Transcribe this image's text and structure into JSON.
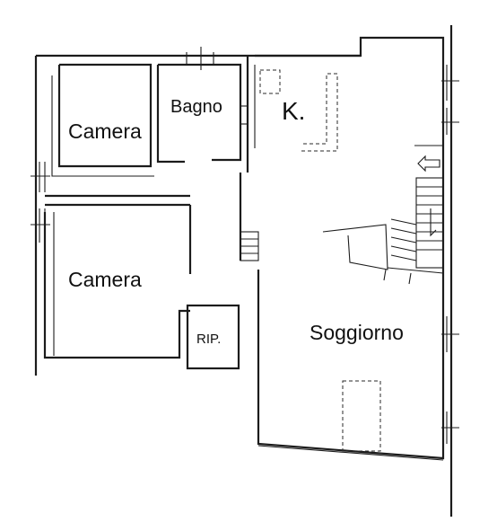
{
  "rooms": {
    "camera_top": "Camera",
    "bagno": "Bagno",
    "kitchen": "K.",
    "camera_bottom": "Camera",
    "ripostiglio": "RIP.",
    "soggiorno": "Soggiorno"
  },
  "icons": {
    "entrance": "arrow-left-icon",
    "stairs": "staircase-icon"
  }
}
